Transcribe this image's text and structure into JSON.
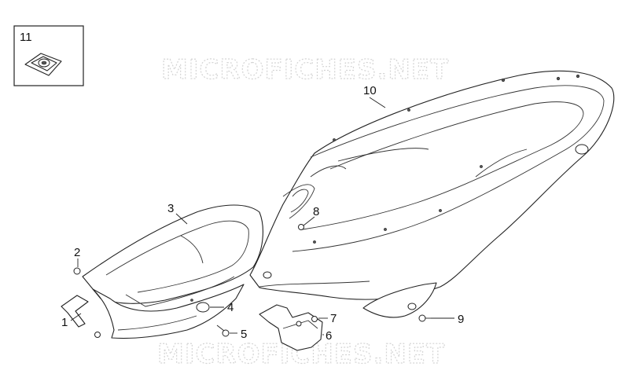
{
  "watermark": "MICROFICHES.NET",
  "inset_callout": "11",
  "callouts": [
    {
      "id": "1",
      "label": "1"
    },
    {
      "id": "2",
      "label": "2"
    },
    {
      "id": "3",
      "label": "3"
    },
    {
      "id": "4",
      "label": "4"
    },
    {
      "id": "5",
      "label": "5"
    },
    {
      "id": "6",
      "label": "6"
    },
    {
      "id": "7",
      "label": "7"
    },
    {
      "id": "8",
      "label": "8"
    },
    {
      "id": "9",
      "label": "9"
    },
    {
      "id": "10",
      "label": "10"
    }
  ]
}
